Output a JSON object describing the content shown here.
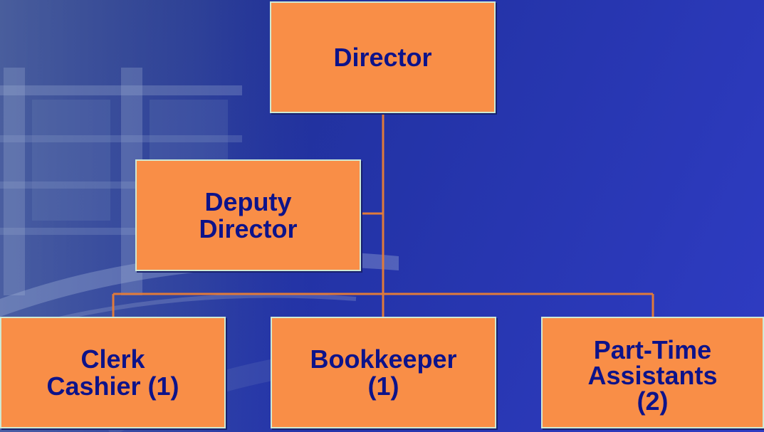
{
  "org_chart": {
    "director": {
      "label": "Director"
    },
    "deputy": {
      "label": "Deputy\nDirector"
    },
    "staff": [
      {
        "label": "Clerk\nCashier (1)"
      },
      {
        "label": "Bookkeeper\n(1)"
      },
      {
        "label": "Part-Time\nAssistants\n(2)"
      }
    ]
  },
  "colors": {
    "box_fill": "#f98e47",
    "box_border": "#cfe9d4",
    "text": "#0d138a",
    "connector": "#e07a3a",
    "background": "#2333a6"
  }
}
